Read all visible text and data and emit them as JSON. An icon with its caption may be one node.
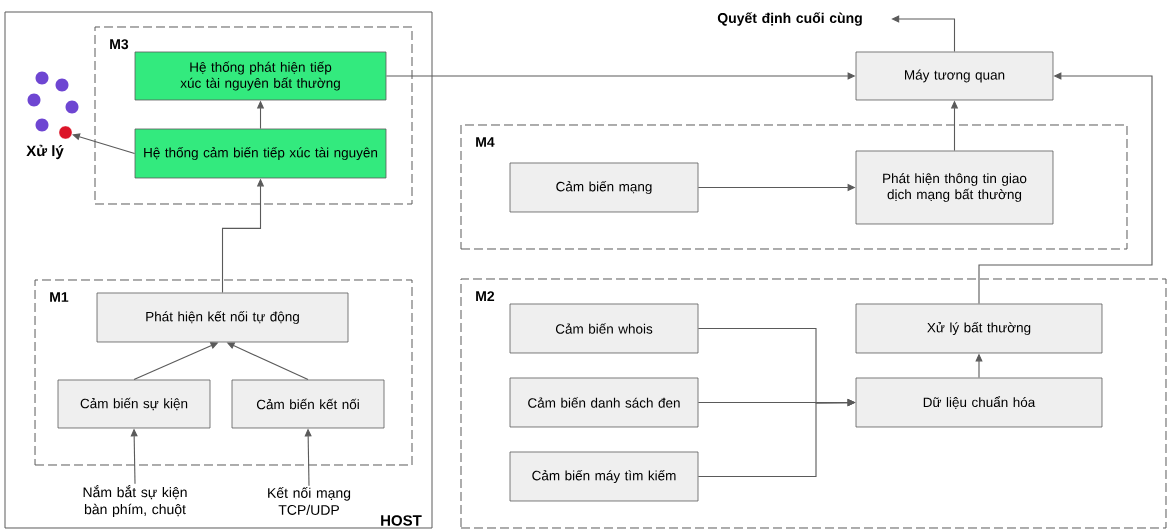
{
  "diagram": {
    "nodes": [
      {
        "text": [
          "HOST"
        ]
      },
      {
        "text": [
          "M3"
        ],
        "in": 0
      },
      {
        "text": [
          "Hệ thống phát hiện tiếp xúc tài nguyên bất thường"
        ],
        "in": 1
      },
      {
        "text": [
          "Hệ thống cảm biến tiếp xúc tài nguyên"
        ],
        "in": 1
      },
      {
        "text": [],
        "shape": "circle",
        "in": 0
      },
      {
        "text": [
          "M1"
        ],
        "in": 0
      },
      {
        "text": [
          "Phát hiện kết nối tự động"
        ],
        "in": 5
      },
      {
        "text": [
          "Cảm biến sự kiện"
        ],
        "in": 5
      },
      {
        "text": [
          "Cảm biến kết nối"
        ],
        "in": 5
      },
      {
        "text": [
          "Nắm bắt sự kiện bàn phím, chuột"
        ],
        "in": 0
      },
      {
        "text": [
          "Kết nối mạng TCP/UDP"
        ],
        "in": 0
      },
      {
        "text": [
          "Quyết định cuối cùng"
        ]
      },
      {
        "text": [
          "Máy tương quan"
        ]
      },
      {
        "text": [
          "M4"
        ]
      },
      {
        "text": [
          "Cảm biến mạng"
        ],
        "in": 13
      },
      {
        "text": [
          "Phát hiện thông tin giao dịch mạng bất thường"
        ],
        "in": 13
      },
      {
        "text": [
          "M2"
        ]
      },
      {
        "text": [
          "Cảm biến whois"
        ],
        "in": 16
      },
      {
        "text": [
          "Cảm biến danh sách đen"
        ],
        "in": 16
      },
      {
        "text": [
          "Cảm biến máy tìm kiếm"
        ],
        "in": 16
      },
      {
        "text": [
          "Dữ liệu chuẩn hóa"
        ],
        "in": 16
      },
      {
        "text": [
          "Xử lý bất thường"
        ],
        "in": 16
      }
    ],
    "edges": [
      {
        "from": 3,
        "to": 2,
        "arrow": "to"
      },
      {
        "from": 3,
        "to": 4,
        "arrow": "to"
      },
      {
        "from": 6,
        "to": 3,
        "arrow": "to"
      },
      {
        "from": 7,
        "to": 6,
        "arrow": "to"
      },
      {
        "from": 8,
        "to": 6,
        "arrow": "to"
      },
      {
        "from": 9,
        "to": 7,
        "arrow": "to"
      },
      {
        "from": 10,
        "to": 8,
        "arrow": "to"
      },
      {
        "from": 2,
        "to": 12,
        "arrow": "to"
      },
      {
        "from": 12,
        "to": 11,
        "arrow": "to"
      },
      {
        "from": 15,
        "to": 12,
        "arrow": "to"
      },
      {
        "from": 21,
        "to": 12,
        "arrow": "to"
      },
      {
        "from": 14,
        "to": 15,
        "arrow": "to"
      },
      {
        "from": 17,
        "to": 20,
        "arrow": "to"
      },
      {
        "from": 18,
        "to": 20,
        "arrow": "to"
      },
      {
        "from": 19,
        "to": 20,
        "arrow": "to"
      },
      {
        "from": 20,
        "to": 21,
        "arrow": "to"
      }
    ],
    "labels": [
      "Xử lý"
    ]
  }
}
